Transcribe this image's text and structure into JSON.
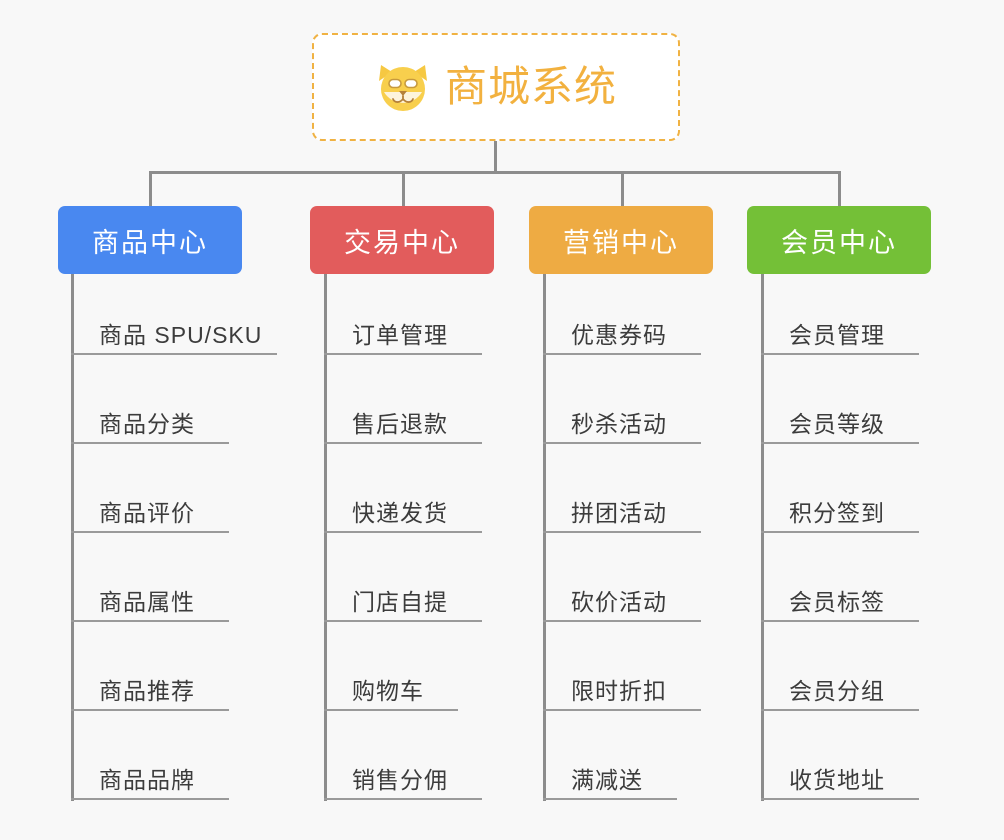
{
  "diagram": {
    "title": "商城系统",
    "root_icon": "shiba-dog-icon",
    "background_color": "#f8f8f8",
    "root_border_color": "#f0b243",
    "root_text_color": "#f2b13f",
    "connector_color": "#8c8c8c",
    "leaf_text_color": "#3c3c3c",
    "leaf_rule_color": "#9a9a9a",
    "branches": [
      {
        "label": "商品中心",
        "color": "#4988f0",
        "items": [
          "商品 SPU/SKU",
          "商品分类",
          "商品评价",
          "商品属性",
          "商品推荐",
          "商品品牌"
        ]
      },
      {
        "label": "交易中心",
        "color": "#e25c5c",
        "items": [
          "订单管理",
          "售后退款",
          "快递发货",
          "门店自提",
          "购物车",
          "销售分佣"
        ]
      },
      {
        "label": "营销中心",
        "color": "#eeab43",
        "items": [
          "优惠券码",
          "秒杀活动",
          "拼团活动",
          "砍价活动",
          "限时折扣",
          "满减送"
        ]
      },
      {
        "label": "会员中心",
        "color": "#74c037",
        "items": [
          "会员管理",
          "会员等级",
          "积分签到",
          "会员标签",
          "会员分组",
          "收货地址"
        ]
      }
    ]
  }
}
